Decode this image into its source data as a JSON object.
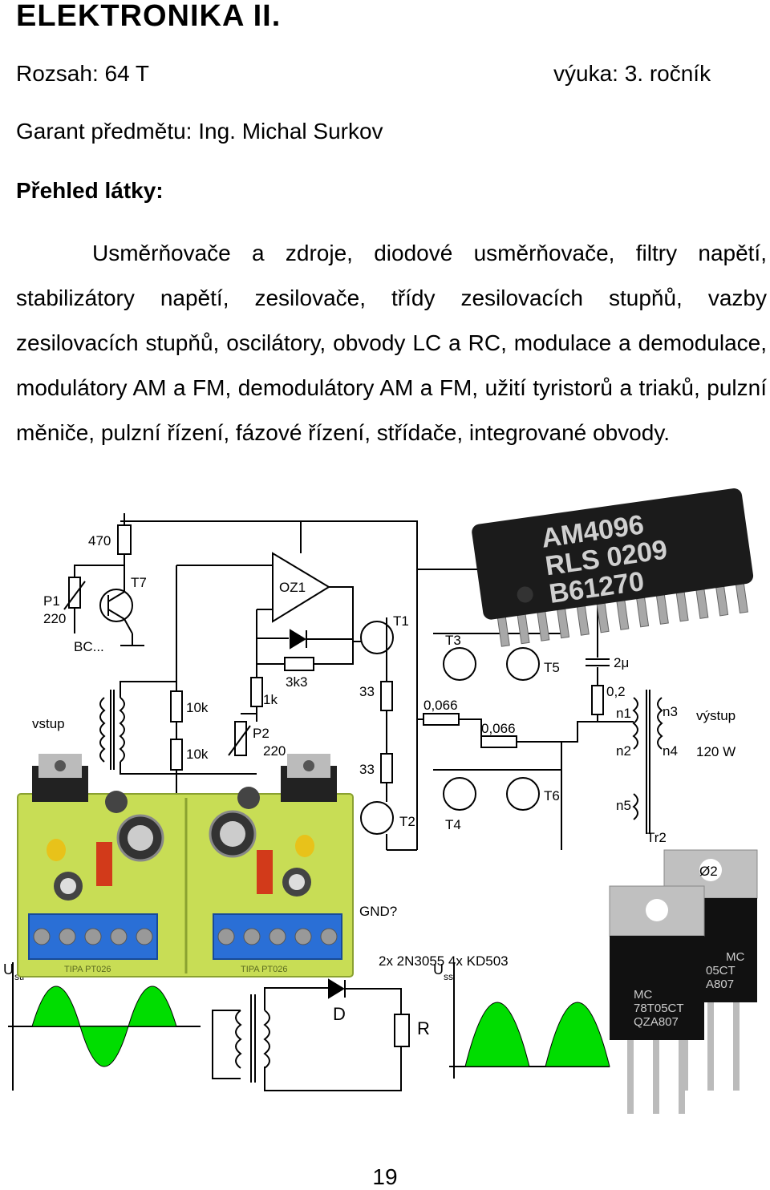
{
  "document": {
    "title": "ELEKTRONIKA II.",
    "scope": "Rozsah: 64 T",
    "year": "výuka: 3. ročník",
    "guarantor": "Garant předmětu: Ing. Michal Surkov",
    "overview_heading": "Přehled látky:",
    "overview_text": "Usměrňovače a zdroje, diodové usměrňovače, filtry napětí, stabilizátory napětí, zesilovače, třídy zesilovacích stupňů, vazby zesilovacích stupňů, oscilátory, obvody LC a RC, modulace a demodulace, modulátory AM a FM, demodulátory AM a FM, užití tyristorů a triaků, pulzní měniče, pulzní řízení, fázové řízení, střídače, integrované obvody.",
    "page_number": "19"
  },
  "schematic_labels": {
    "r470": "470",
    "t7": "T7",
    "p1": "P1",
    "p1v": "220",
    "bc": "BC...",
    "oz1": "OZ1",
    "t1": "T1",
    "t3": "T3",
    "t5": "T5",
    "t2": "T2",
    "t4": "T4",
    "t6": "T6",
    "c2": "2μ",
    "r02": "0,2",
    "n1": "n1",
    "n2": "n2",
    "n3": "n3",
    "n4": "n4",
    "n5": "n5",
    "vystup": "výstup",
    "w120": "120 W",
    "vstup": "vstup",
    "r10k1": "10k",
    "r10k2": "10k",
    "r1k": "1k",
    "r3k3": "3k3",
    "p2": "P2",
    "p2v": "220",
    "r33a": "33",
    "r33b": "33",
    "r066a": "0,066",
    "r066b": "0,066",
    "tr2": "Tr2",
    "gnd": "GND?",
    "parts": "2x 2N3055   4x KD503",
    "diode": "D",
    "res": "R"
  },
  "chip": {
    "line1": "AM4096",
    "line2": "RLS 0209",
    "line3": "B61270"
  },
  "regulator": {
    "a1": "MC",
    "a2": "78T05CT",
    "a3": "QZA807",
    "b1": "MC",
    "b2": "05CT",
    "b3": "A807",
    "b4": "Ø2"
  },
  "pcb": {
    "brand": "TIPA PT026"
  },
  "colors": {
    "waveform_green": "#00dd00",
    "pcb_green": "#c8dd55",
    "terminal_blue": "#2a6fd6"
  }
}
